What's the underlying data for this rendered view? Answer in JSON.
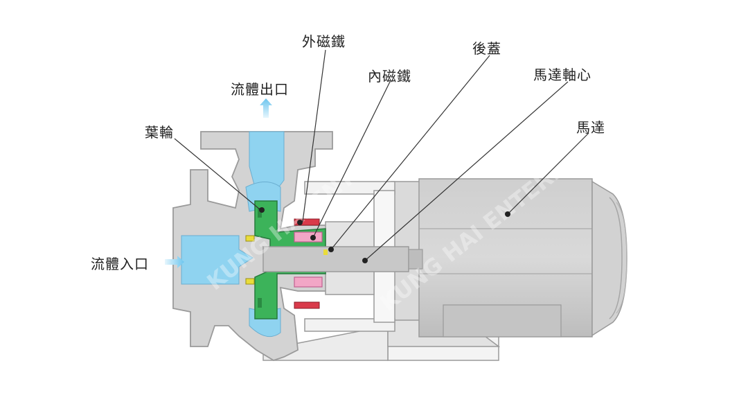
{
  "diagram": {
    "labels": {
      "outer_magnet": "外磁鐵",
      "rear_cover": "後蓋",
      "inner_magnet": "內磁鐵",
      "fluid_outlet": "流體出口",
      "motor_shaft": "馬達軸心",
      "impeller": "葉輪",
      "motor": "馬達",
      "fluid_inlet": "流體入口"
    },
    "watermark": "KUNG HAI ENTERPRISE CORP."
  },
  "colors": {
    "housing": "#d3d3d3",
    "housing_stroke": "#9a9a9a",
    "fluid": "#8fd3f0",
    "impeller": "#3cb35a",
    "magnet_pink": "#f2a6c6",
    "magnet_red": "#d93a4a",
    "motor": "#c9c9c9",
    "line": "#333333"
  }
}
